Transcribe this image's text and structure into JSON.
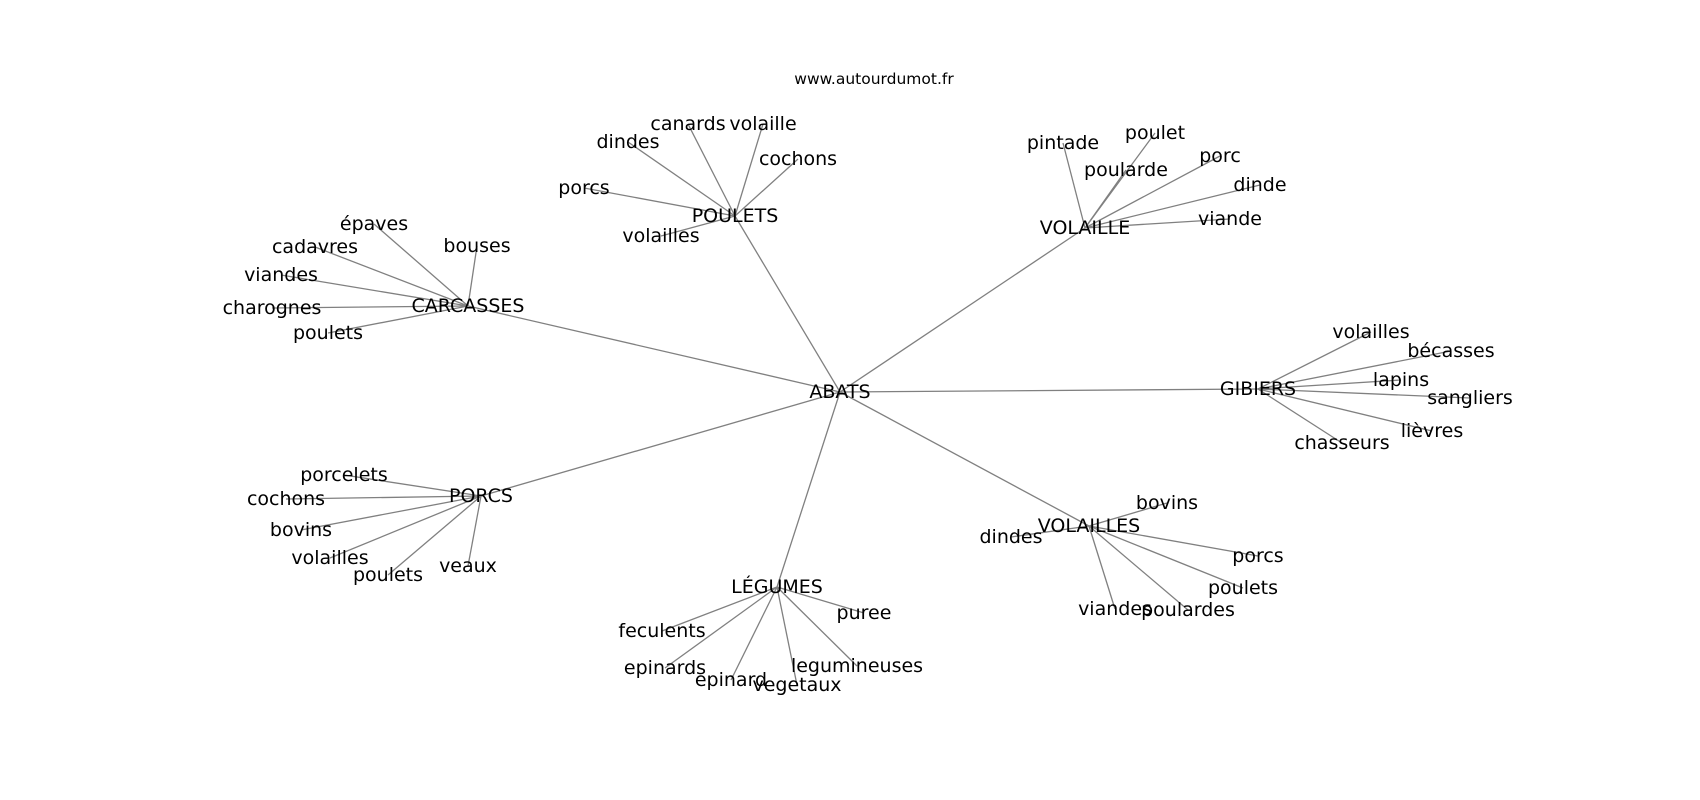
{
  "watermark": "www.autourdumot.fr",
  "diagram": {
    "center": "ABATS",
    "groups": [
      {
        "hub": "POULETS",
        "leaves": [
          "canards",
          "volaille",
          "dindes",
          "cochons",
          "porcs",
          "volailles"
        ]
      },
      {
        "hub": "VOLAILLE",
        "leaves": [
          "pintade",
          "poulet",
          "poularde",
          "porc",
          "dinde",
          "viande"
        ]
      },
      {
        "hub": "CARCASSES",
        "leaves": [
          "épaves",
          "cadavres",
          "bouses",
          "viandes",
          "charognes",
          "poulets"
        ]
      },
      {
        "hub": "GIBIERS",
        "leaves": [
          "volailles",
          "bécasses",
          "lapins",
          "sangliers",
          "lièvres",
          "chasseurs"
        ]
      },
      {
        "hub": "PORCS",
        "leaves": [
          "porcelets",
          "cochons",
          "bovins",
          "volailles",
          "poulets",
          "veaux"
        ]
      },
      {
        "hub": "VOLAILLES",
        "leaves": [
          "bovins",
          "dindes",
          "porcs",
          "poulets",
          "viandes",
          "poulardes"
        ]
      },
      {
        "hub": "LÉGUMES",
        "leaves": [
          "puree",
          "feculents",
          "epinards",
          "epinard",
          "legumineuses",
          "vegetaux"
        ]
      }
    ]
  }
}
